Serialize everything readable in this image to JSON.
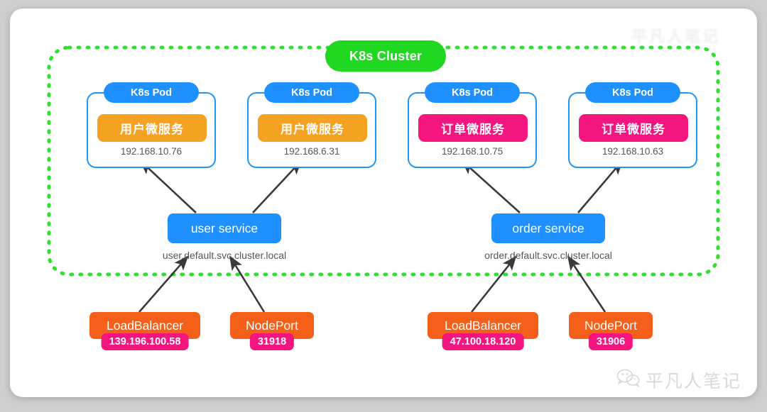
{
  "diagram": {
    "cluster": {
      "label": "K8s Cluster",
      "border_color": "#21d821"
    },
    "pods": [
      {
        "pill": "K8s Pod",
        "service": "用户微服务",
        "ip": "192.168.10.76",
        "color": "#f5a222"
      },
      {
        "pill": "K8s Pod",
        "service": "用户微服务",
        "ip": "192.168.6.31",
        "color": "#f5a222"
      },
      {
        "pill": "K8s Pod",
        "service": "订单微服务",
        "ip": "192.168.10.75",
        "color": "#f4157f"
      },
      {
        "pill": "K8s Pod",
        "service": "订单微服务",
        "ip": "192.168.10.63",
        "color": "#f4157f"
      }
    ],
    "services": [
      {
        "label": "user service",
        "dns": "user.default.svc.cluster.local"
      },
      {
        "label": "order service",
        "dns": "order.default.svc.cluster.local"
      }
    ],
    "entries": [
      {
        "label": "LoadBalancer",
        "value": "139.196.100.58"
      },
      {
        "label": "NodePort",
        "value": "31918"
      },
      {
        "label": "LoadBalancer",
        "value": "47.100.18.120"
      },
      {
        "label": "NodePort",
        "value": "31906"
      }
    ],
    "colors": {
      "pod_border": "#2196f3",
      "pill_blue": "#1e90ff",
      "orange": "#f5a222",
      "pink": "#f4157f",
      "entry_orange": "#f4601a",
      "green": "#21d821",
      "arrow": "#3a3a3a"
    },
    "watermarks": {
      "top": "平凡人笔记",
      "bottom": "平凡人笔记"
    }
  }
}
